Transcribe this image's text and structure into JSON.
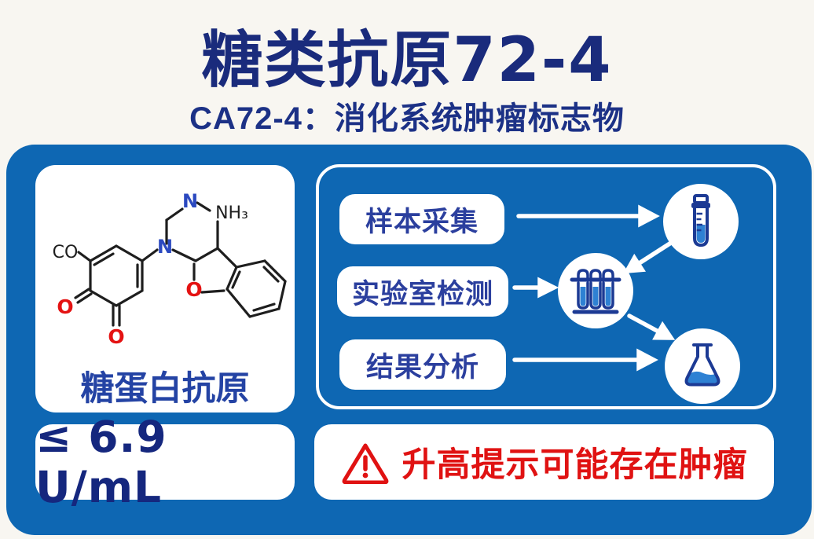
{
  "header": {
    "title": "糖类抗原72-4",
    "subtitle": "CA72-4：消化系统肿瘤标志物"
  },
  "antigen_card": {
    "label": "糖蛋白抗原",
    "atoms": {
      "carbonyl": "CO",
      "oxygen_left": "O",
      "oxygen_bottom": "O",
      "nitrogen_ring_left": "N",
      "nitrogen_ring_top": "N",
      "amine": "NH₃",
      "oxygen_furan": "O"
    }
  },
  "flow": {
    "steps": [
      {
        "label": "样本采集",
        "icon": "test-tube-icon"
      },
      {
        "label": "实验室检测",
        "icon": "test-tube-rack-icon"
      },
      {
        "label": "结果分析",
        "icon": "flask-icon"
      }
    ]
  },
  "reference_card": {
    "value": "≤ 6.9 U/mL"
  },
  "warning_card": {
    "icon": "warning-triangle-icon",
    "text": "升高提示可能存在肿瘤"
  },
  "colors": {
    "panel_blue": "#0e67b3",
    "title_navy": "#1a2b7c",
    "text_blue": "#2b3f9e",
    "icon_navy": "#1c3a94",
    "liquid_blue": "#2e81d3",
    "alert_red": "#e01212",
    "card_white": "#ffffff"
  }
}
